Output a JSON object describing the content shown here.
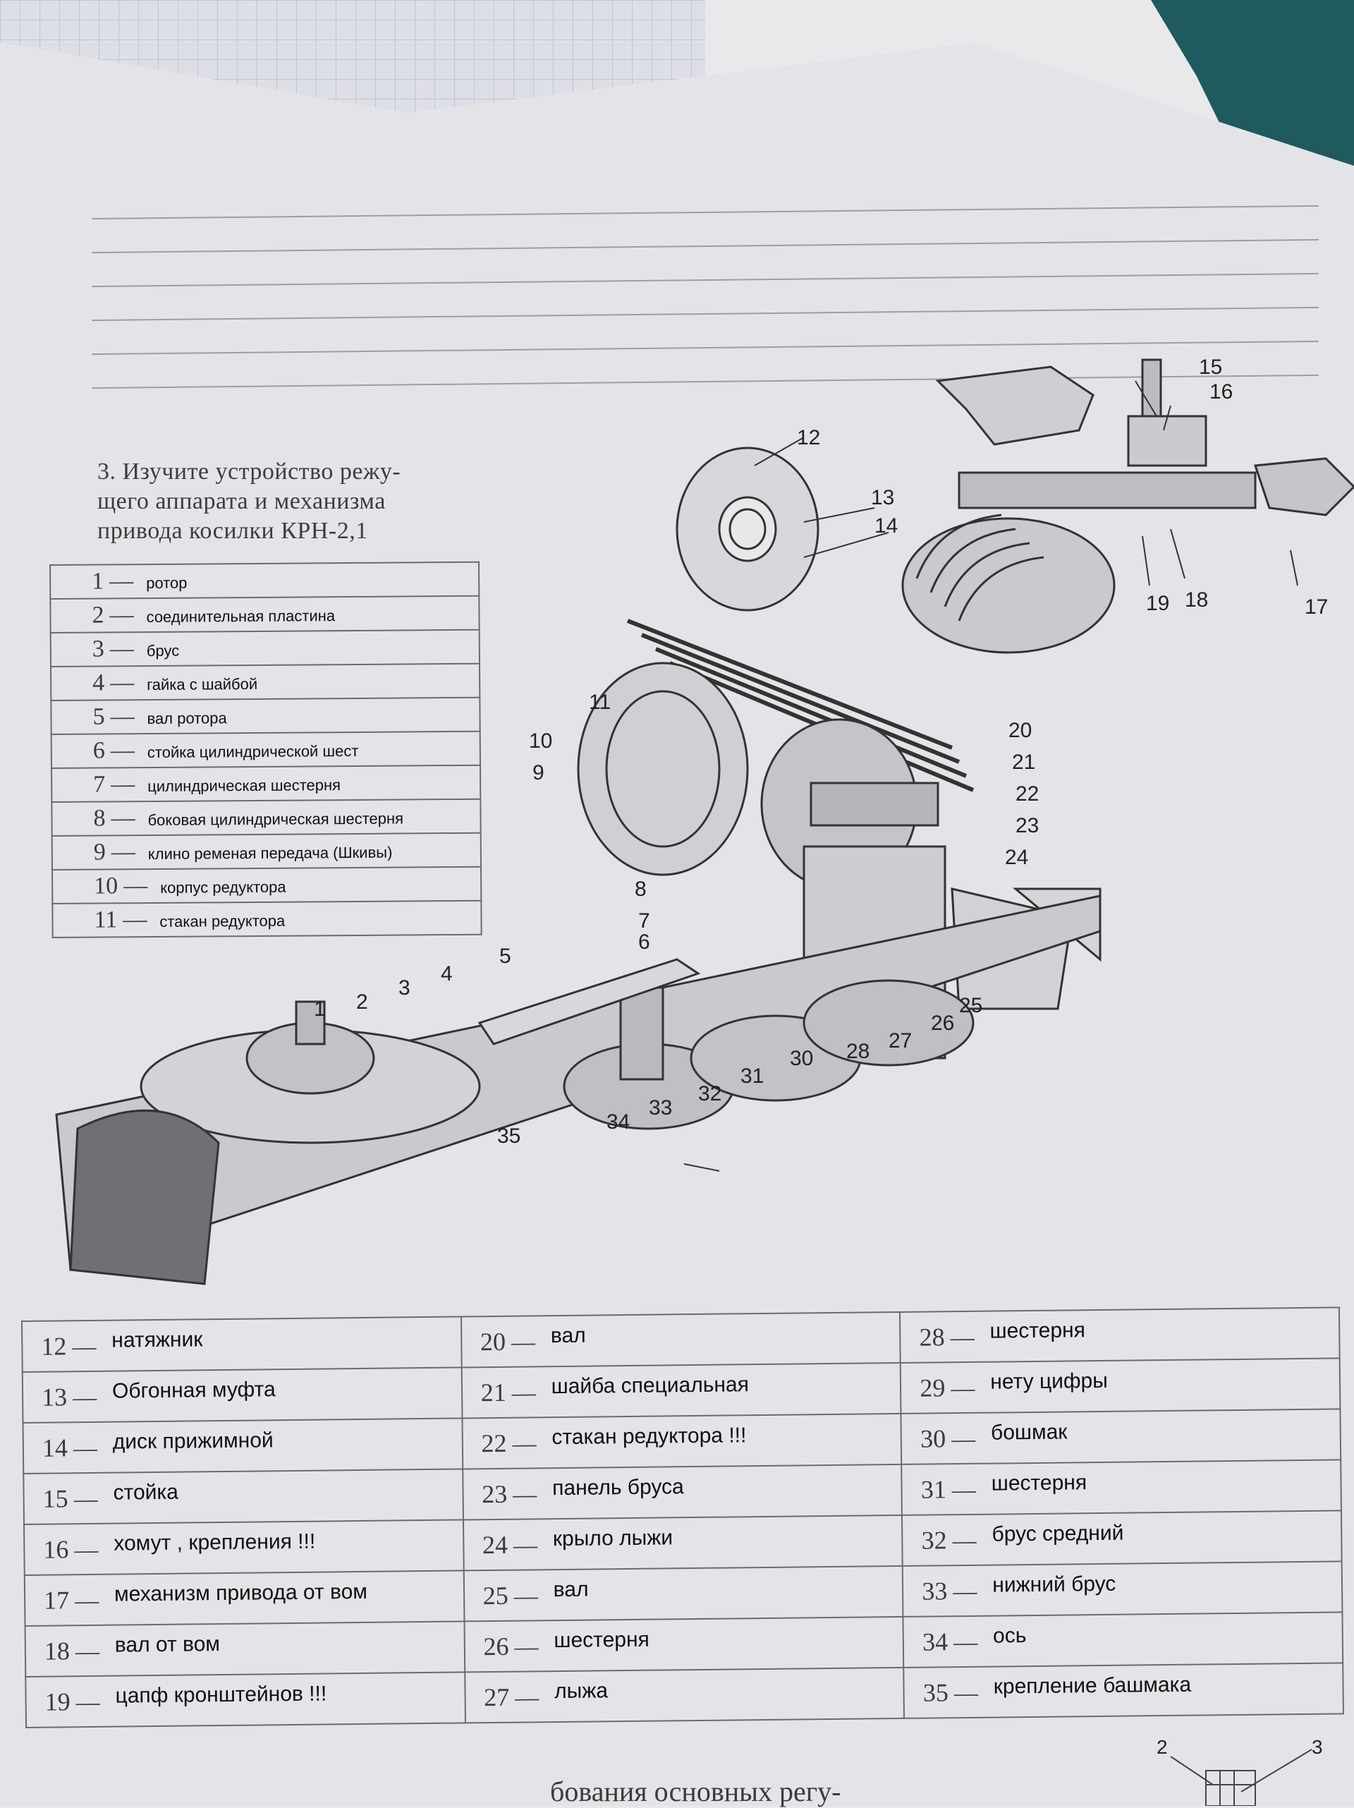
{
  "task": {
    "title_lines": [
      "3. Изучите устройство режу-",
      "щего аппарата и механизма",
      "привода косилки КРН-2,1"
    ]
  },
  "legend_top": [
    {
      "n": "1",
      "t": "ротор"
    },
    {
      "n": "2",
      "t": "соединительная пластина"
    },
    {
      "n": "3",
      "t": "брус"
    },
    {
      "n": "4",
      "t": "гайка с шайбой"
    },
    {
      "n": "5",
      "t": "вал ротора"
    },
    {
      "n": "6",
      "t": "стойка цилиндрической шест"
    },
    {
      "n": "7",
      "t": "цилиндрическая шестерня"
    },
    {
      "n": "8",
      "t": "боковая цилиндрическая шестерня"
    },
    {
      "n": "9",
      "t": "клино ременая передача (Шкивы)"
    },
    {
      "n": "10",
      "t": "корпус редуктора"
    },
    {
      "n": "11",
      "t": "стакан редуктора"
    }
  ],
  "legend_bottom": {
    "col1": [
      {
        "n": "12",
        "t": "натяжник"
      },
      {
        "n": "13",
        "t": "Обгонная муфта"
      },
      {
        "n": "14",
        "t": "диск прижимной"
      },
      {
        "n": "15",
        "t": "стойка"
      },
      {
        "n": "16",
        "t": "хомут , крепления !!!"
      },
      {
        "n": "17",
        "t": "механизм привода от вом"
      },
      {
        "n": "18",
        "t": "вал от вом"
      },
      {
        "n": "19",
        "t": "цапф кронштейнов !!!"
      }
    ],
    "col2": [
      {
        "n": "20",
        "t": "вал"
      },
      {
        "n": "21",
        "t": "шайба специальная"
      },
      {
        "n": "22",
        "t": "стакан редуктора !!!"
      },
      {
        "n": "23",
        "t": "панель бруса"
      },
      {
        "n": "24",
        "t": "крыло лыжи"
      },
      {
        "n": "25",
        "t": "вал"
      },
      {
        "n": "26",
        "t": "шестерня"
      },
      {
        "n": "27",
        "t": "лыжа"
      }
    ],
    "col3": [
      {
        "n": "28",
        "t": "шестерня"
      },
      {
        "n": "29",
        "t": "нету  цифры"
      },
      {
        "n": "30",
        "t": "бошмак"
      },
      {
        "n": "31",
        "t": "шестерня"
      },
      {
        "n": "32",
        "t": "брус средний"
      },
      {
        "n": "33",
        "t": "нижний брус"
      },
      {
        "n": "34",
        "t": "ось"
      },
      {
        "n": "35",
        "t": "крепление башмака"
      }
    ]
  },
  "footer": {
    "text": "бования основных регу-"
  },
  "mini_diagram_labels": [
    "2",
    "3"
  ]
}
